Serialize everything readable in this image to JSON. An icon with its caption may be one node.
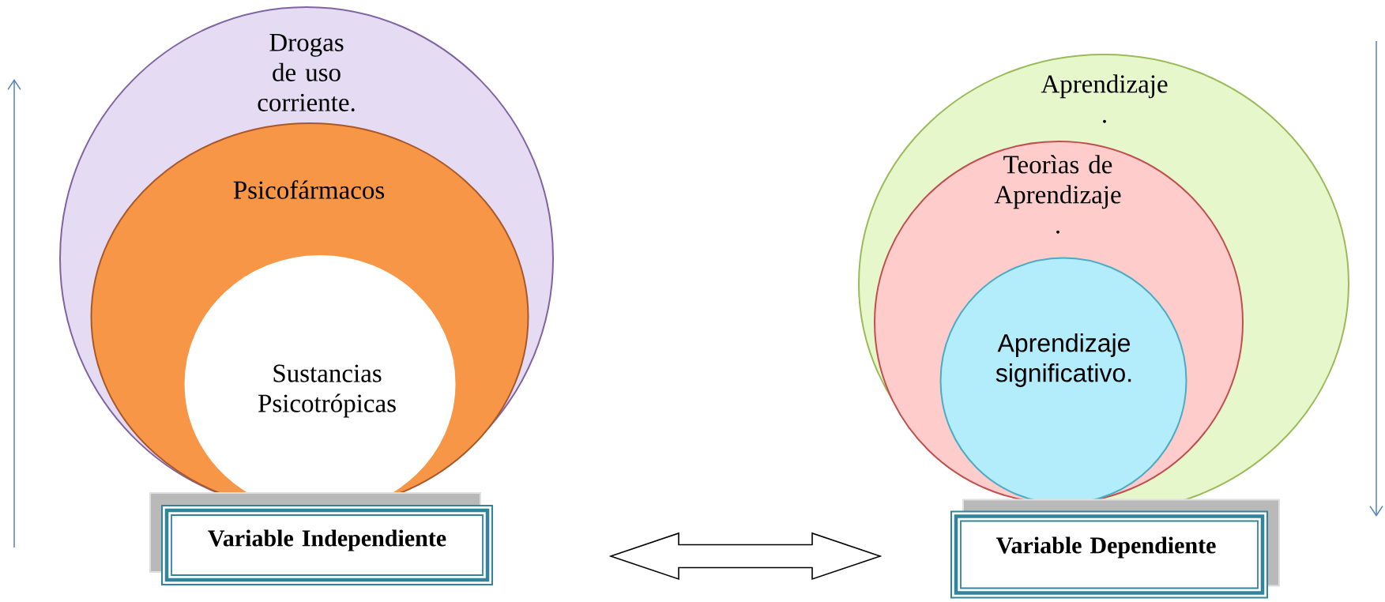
{
  "diagram": {
    "nodes": [
      {
        "text": [
          "Drogas de uso corriente."
        ]
      },
      {
        "text": [
          "Psicofármacos"
        ],
        "in": 0
      },
      {
        "text": [
          "Sustancias Psicotrópicas"
        ],
        "in": 1
      },
      {
        "text": [
          "Variable Independiente"
        ]
      },
      {
        "text": [
          "Aprendizaje ."
        ]
      },
      {
        "text": [
          "Teorìas de Aprendizaje ."
        ],
        "in": 4
      },
      {
        "text": [
          "Aprendizaje significativo."
        ],
        "in": 5
      },
      {
        "text": [
          "Variable Dependiente"
        ]
      }
    ],
    "edges": [
      {
        "from": 3,
        "to": 7,
        "arrow": "both"
      }
    ]
  }
}
